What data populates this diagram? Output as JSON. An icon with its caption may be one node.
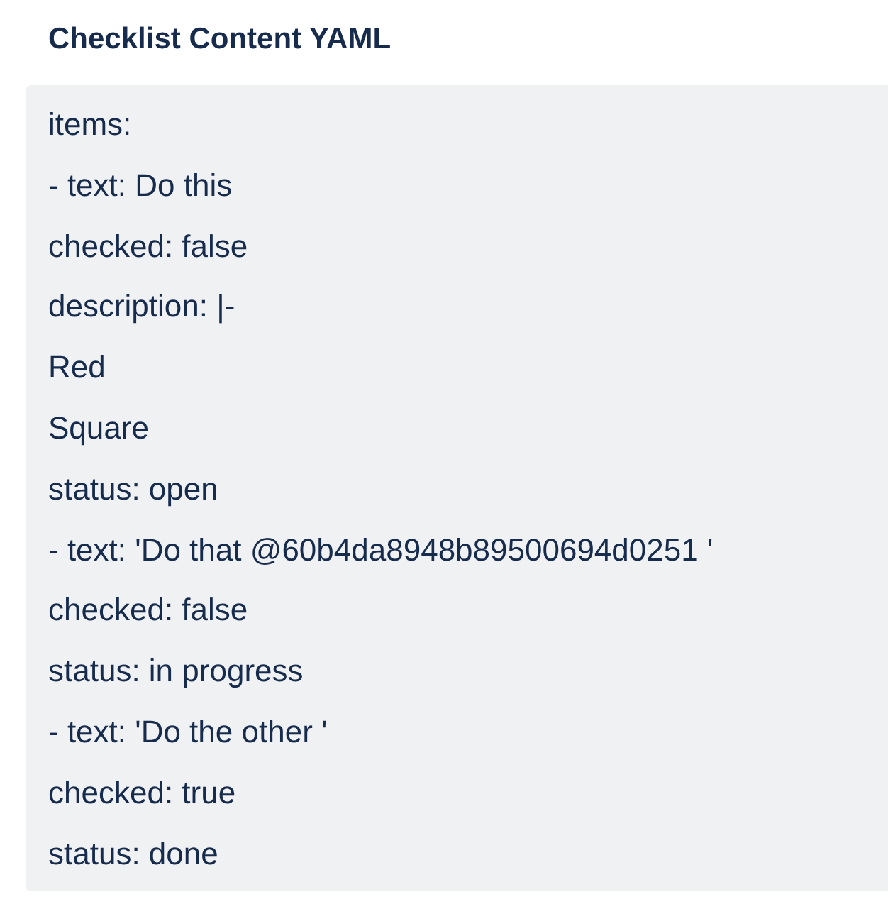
{
  "diagram": {
    "title": "Checklist Content YAML",
    "labels": [
      "items:",
      "- text: Do this",
      "checked: false",
      "description: |-",
      "Red",
      "Square",
      "status: open",
      "- text: 'Do that @60b4da8948b89500694d0251 '",
      "checked: false",
      "status: in progress",
      "- text: 'Do the other '",
      "checked: true",
      "status: done"
    ]
  }
}
